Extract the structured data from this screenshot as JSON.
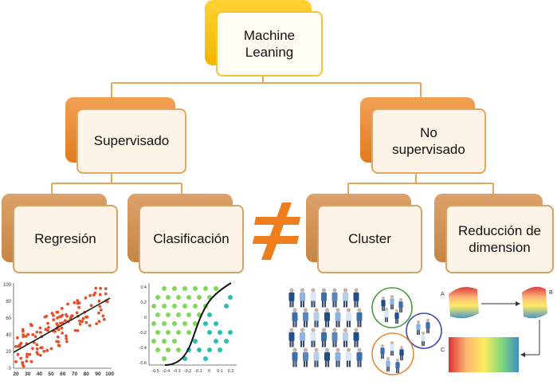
{
  "root": {
    "label": "Machine\nLeaning"
  },
  "supervised": {
    "label": "Supervisado"
  },
  "unsupervised": {
    "label": "No\nsupervisado"
  },
  "leaves": {
    "regression": "Regresión",
    "classification": "Clasificación",
    "cluster": "Cluster",
    "dimred": "Reducción de\ndimension"
  },
  "not_equal_symbol": "≠",
  "regression_plot": {
    "x_ticks": [
      "20",
      "30",
      "40",
      "50",
      "60",
      "70",
      "80",
      "90",
      "100"
    ],
    "y_ticks": [
      "100",
      "80",
      "60",
      "40",
      "20",
      "0"
    ]
  },
  "classification_plot": {
    "x_ticks": [
      "-0.5",
      "-0.4",
      "-0.3",
      "-0.2",
      "-0.1",
      "0",
      "0.1",
      "0.2"
    ],
    "y_ticks": [
      "0.4",
      "0.2",
      "0",
      "-0.2",
      "-0.4",
      "-0.6"
    ]
  },
  "dimred_labels": {
    "a": "A",
    "b": "B",
    "c": "C"
  },
  "colors": {
    "connector": "#e8a55c",
    "root_accent": "#f2b600",
    "level1_accent": "#e07b1f",
    "level2_accent": "#c68544",
    "not_equal": "#ee7d1e",
    "scatter_dot": "#e3512a",
    "class_green": "#7ed957",
    "class_teal": "#2bbfb0"
  }
}
